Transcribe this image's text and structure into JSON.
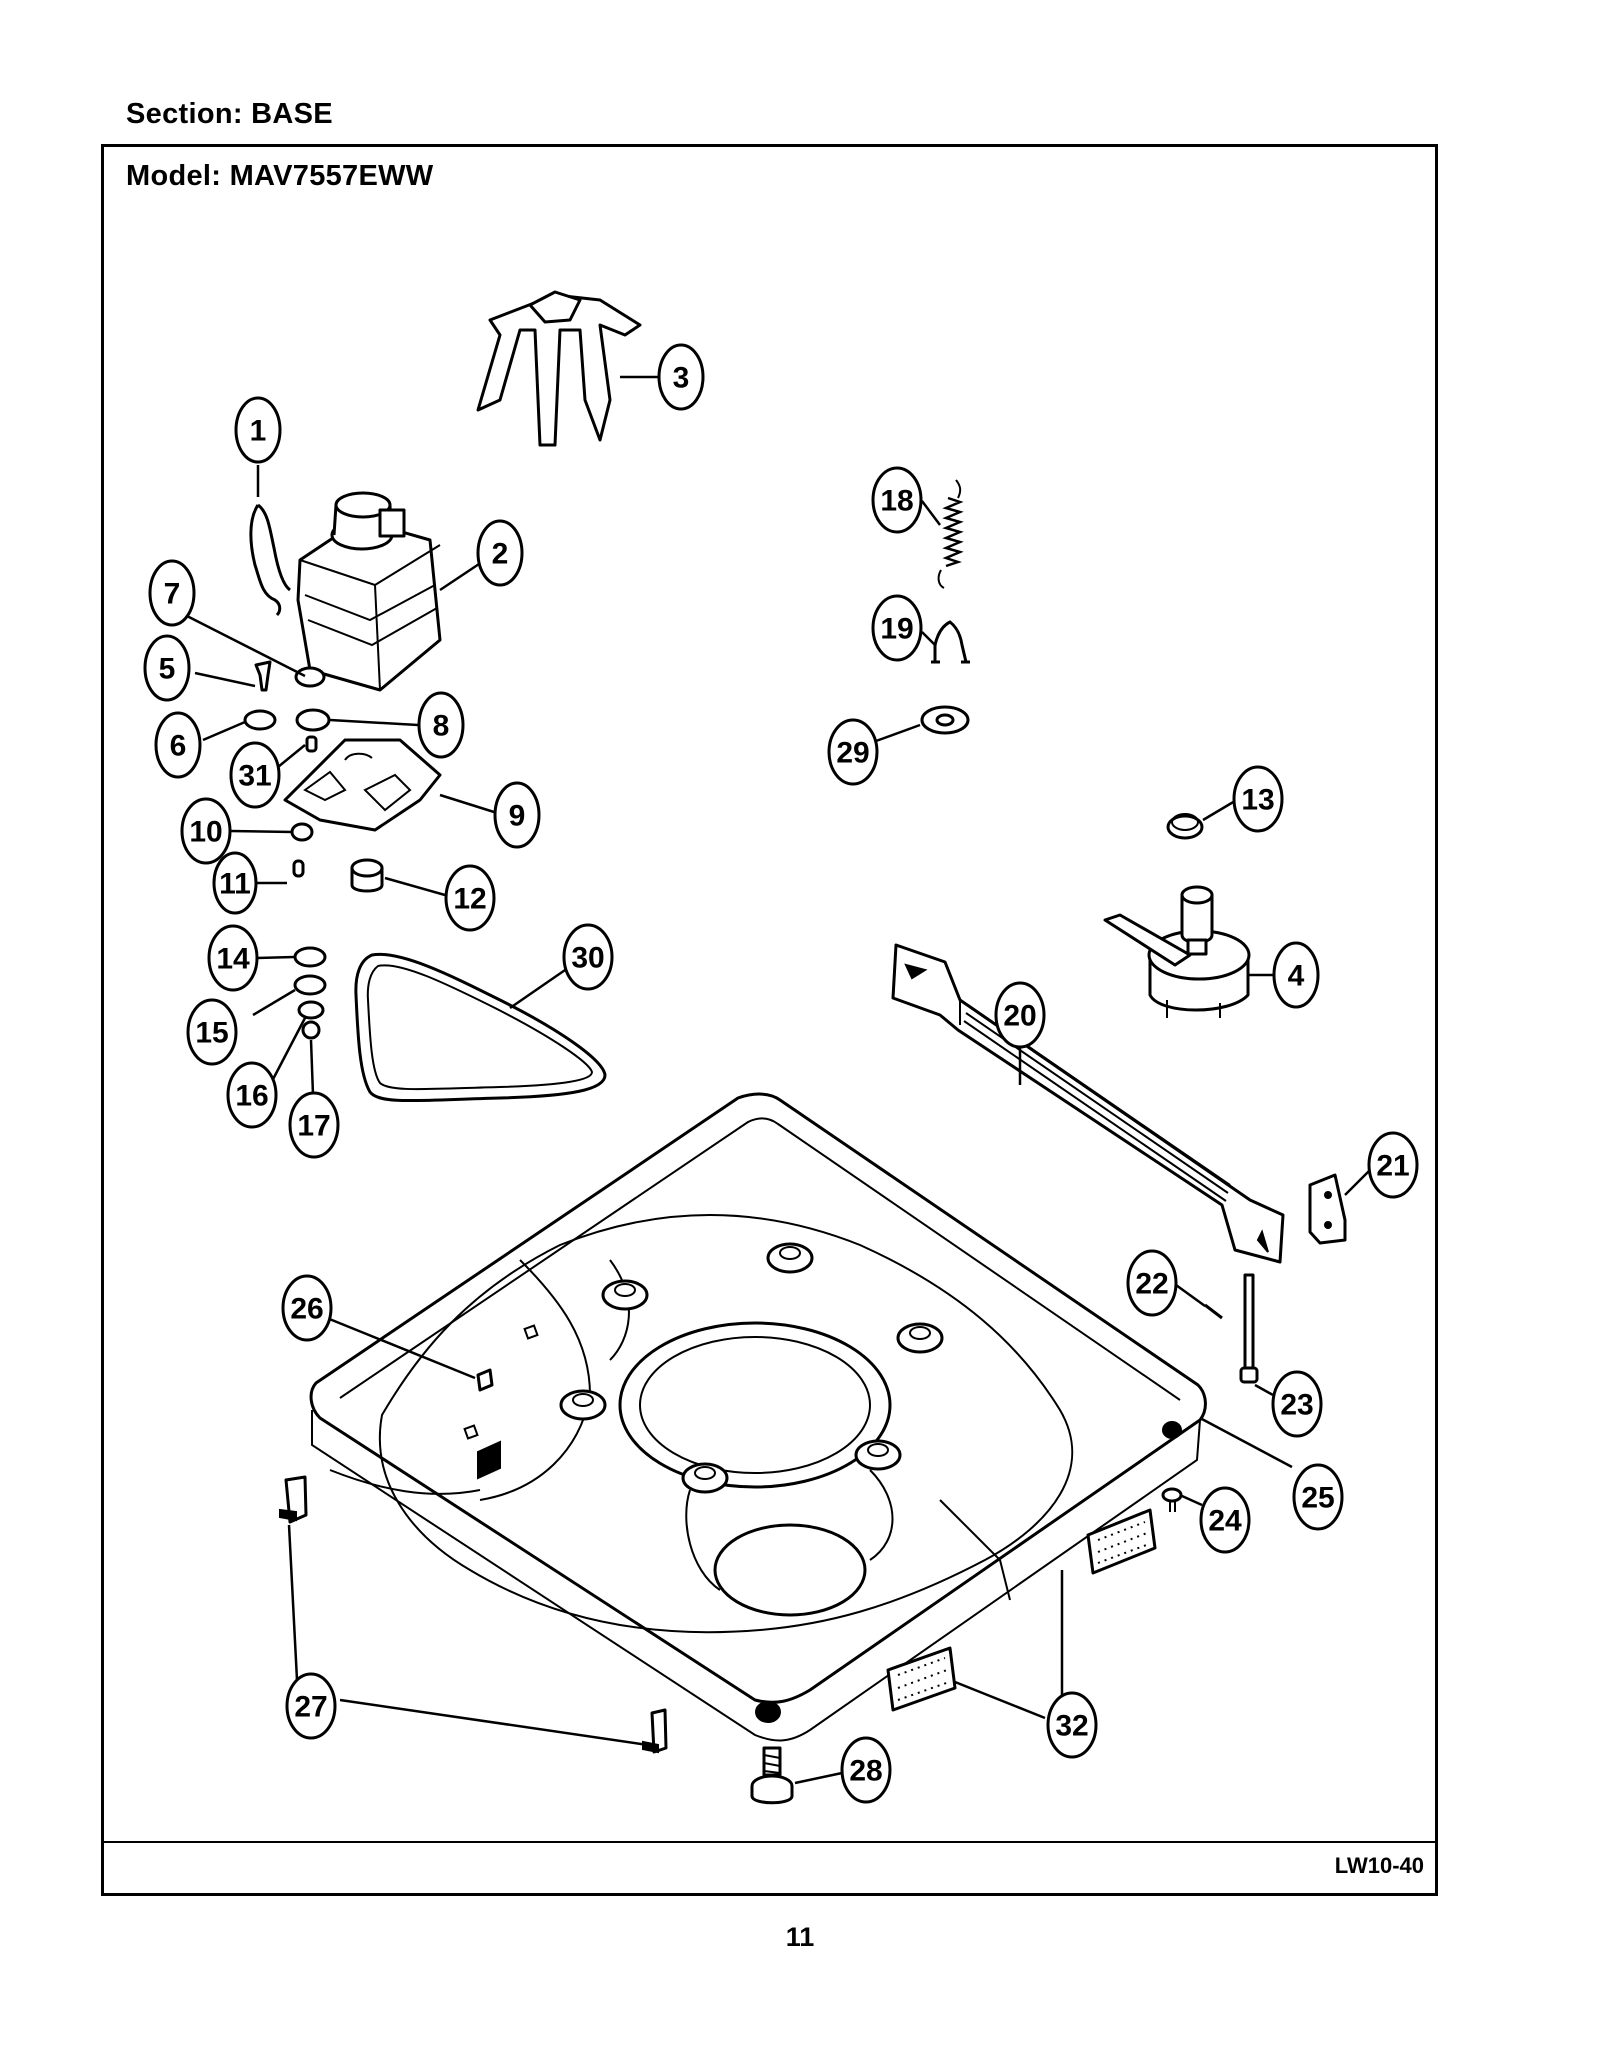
{
  "header": {
    "section": "Section:  BASE",
    "model": "Model:  MAV7557EWW"
  },
  "footer": {
    "doc_code": "LW10-40",
    "page_number": "11"
  },
  "callouts": {
    "c1": "1",
    "c2": "2",
    "c3": "3",
    "c4": "4",
    "c5": "5",
    "c6": "6",
    "c7": "7",
    "c8": "8",
    "c9": "9",
    "c10": "10",
    "c11": "11",
    "c12": "12",
    "c13": "13",
    "c14": "14",
    "c15": "15",
    "c16": "16",
    "c17": "17",
    "c18": "18",
    "c19": "19",
    "c20": "20",
    "c21": "21",
    "c22": "22",
    "c23": "23",
    "c24": "24",
    "c25": "25",
    "c26": "26",
    "c27": "27",
    "c28": "28",
    "c29": "29",
    "c30": "30",
    "c31": "31",
    "c32": "32"
  }
}
